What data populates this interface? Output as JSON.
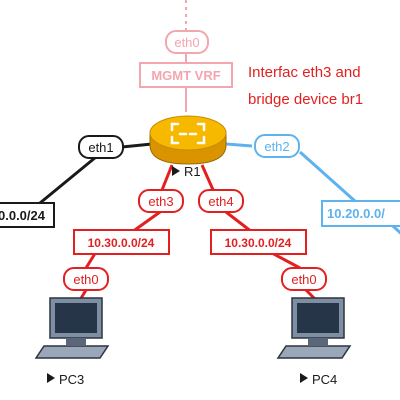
{
  "router": {
    "name": "R1"
  },
  "management": {
    "interface": "eth0",
    "vrf": "MGMT VRF",
    "color": "#f3a6ad"
  },
  "note": {
    "line1": "Interfac eth3 and",
    "line2": "bridge device br1",
    "color": "#e32020"
  },
  "interfaces": {
    "eth1": "eth1",
    "eth2": "eth2",
    "eth3": "eth3",
    "eth4": "eth4"
  },
  "networks": {
    "left": "0.0.0/24",
    "right": "10.20.0.0/",
    "pc3_net": "10.30.0.0/24",
    "pc4_net": "10.30.0.0/24"
  },
  "hosts": {
    "pc3": {
      "name": "PC3",
      "interface": "eth0"
    },
    "pc4": {
      "name": "PC4",
      "interface": "eth0"
    }
  },
  "colors": {
    "red": "#e32020",
    "blue": "#5db2ef",
    "black": "#1a1a1a",
    "router_gold": "#f5b400"
  },
  "icons": {
    "router": "router-icon",
    "pc": "computer-icon",
    "play": "play-triangle-icon"
  }
}
